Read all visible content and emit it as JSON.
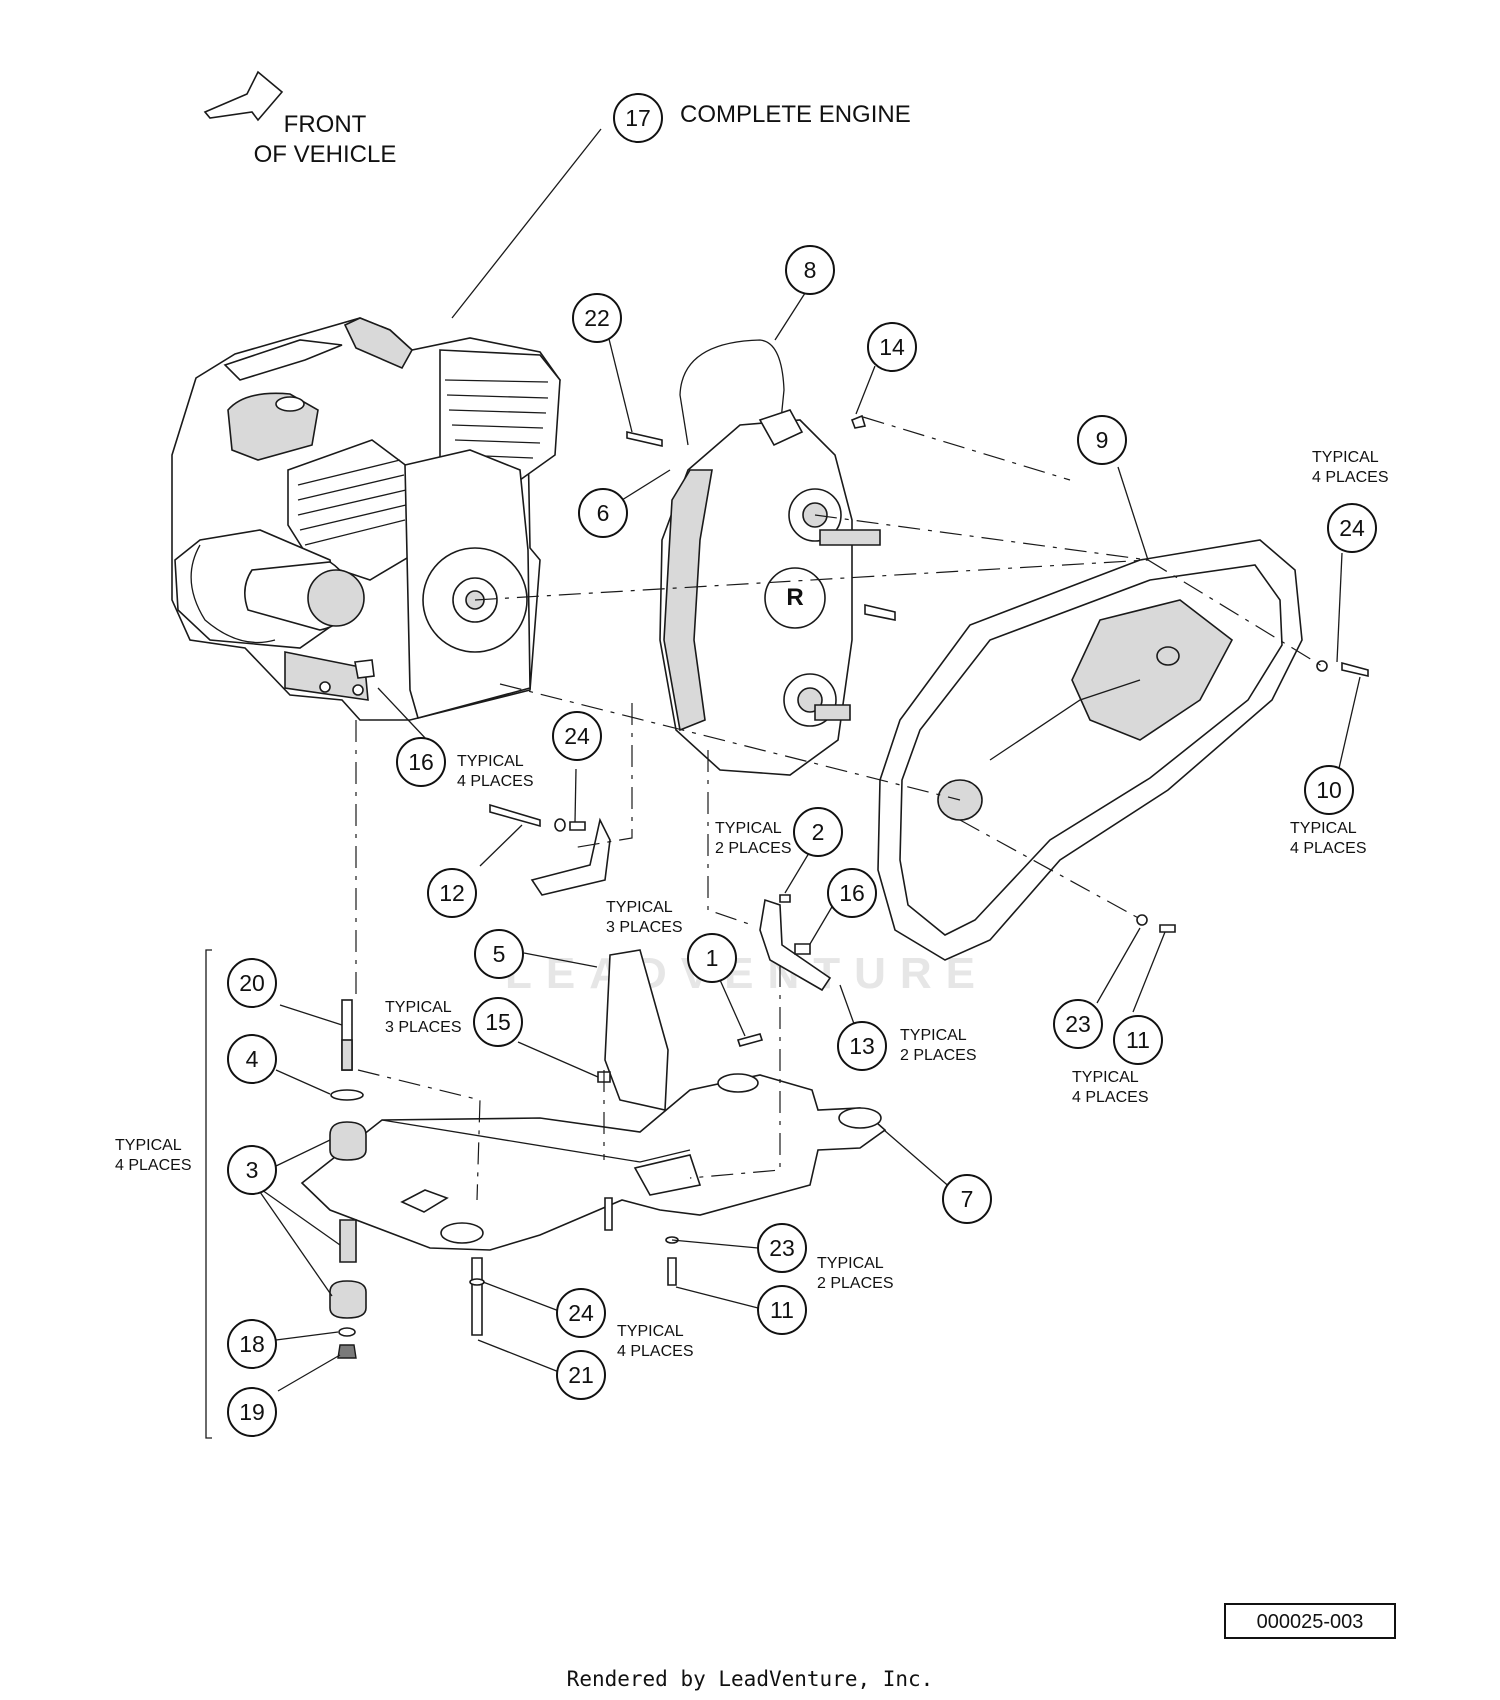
{
  "title": {
    "front_line1": "FRONT",
    "front_line2": "OF VEHICLE",
    "complete_engine": "COMPLETE ENGINE"
  },
  "callouts": [
    "17",
    "8",
    "22",
    "14",
    "9",
    "6",
    "24",
    "10",
    "16",
    "24",
    "12",
    "2",
    "16",
    "5",
    "1",
    "15",
    "20",
    "4",
    "13",
    "23",
    "11",
    "3",
    "7",
    "23",
    "11",
    "24",
    "18",
    "21",
    "19"
  ],
  "notes": {
    "typical_4_places": "TYPICAL\n4 PLACES",
    "typical_2_places": "TYPICAL\n2 PLACES",
    "typical_3_places": "TYPICAL\n3 PLACES",
    "typical": "TYPICAL",
    "four_places": "4 PLACES",
    "two_places": "2 PLACES",
    "three_places": "3 PLACES"
  },
  "watermark": "LEADVENTURE",
  "drawing_number": "000025-003",
  "footer": "Rendered by LeadVenture, Inc."
}
